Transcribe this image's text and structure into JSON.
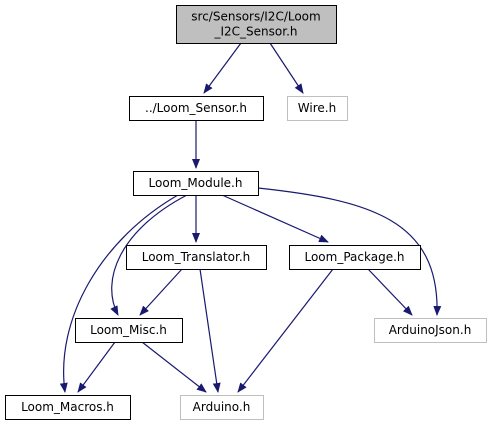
{
  "colors": {
    "edge": "#191970",
    "box_border_dark": "#000000",
    "box_border_light": "#bfbfbf",
    "root_fill": "#bfbfbf",
    "node_fill": "#ffffff",
    "text": "#000000",
    "light_text": "#000000"
  },
  "nodes": {
    "root": {
      "lines": [
        "src/Sensors/I2C/Loom",
        "_I2C_Sensor.h"
      ],
      "style": "root"
    },
    "sensor": {
      "lines": [
        "../Loom_Sensor.h"
      ],
      "style": "normal"
    },
    "wire": {
      "lines": [
        "Wire.h"
      ],
      "style": "external"
    },
    "module": {
      "lines": [
        "Loom_Module.h"
      ],
      "style": "normal"
    },
    "translator": {
      "lines": [
        "Loom_Translator.h"
      ],
      "style": "normal"
    },
    "package": {
      "lines": [
        "Loom_Package.h"
      ],
      "style": "normal"
    },
    "misc": {
      "lines": [
        "Loom_Misc.h"
      ],
      "style": "normal"
    },
    "arduinojson": {
      "lines": [
        "ArduinoJson.h"
      ],
      "style": "external"
    },
    "macros": {
      "lines": [
        "Loom_Macros.h"
      ],
      "style": "normal"
    },
    "arduino": {
      "lines": [
        "Arduino.h"
      ],
      "style": "external"
    }
  },
  "edges": [
    [
      "root",
      "sensor"
    ],
    [
      "root",
      "wire"
    ],
    [
      "sensor",
      "module"
    ],
    [
      "module",
      "translator"
    ],
    [
      "module",
      "package"
    ],
    [
      "module",
      "misc"
    ],
    [
      "module",
      "macros"
    ],
    [
      "module",
      "arduinojson"
    ],
    [
      "translator",
      "misc"
    ],
    [
      "translator",
      "arduino"
    ],
    [
      "package",
      "arduinojson"
    ],
    [
      "package",
      "arduino"
    ],
    [
      "misc",
      "macros"
    ],
    [
      "misc",
      "arduino"
    ]
  ]
}
